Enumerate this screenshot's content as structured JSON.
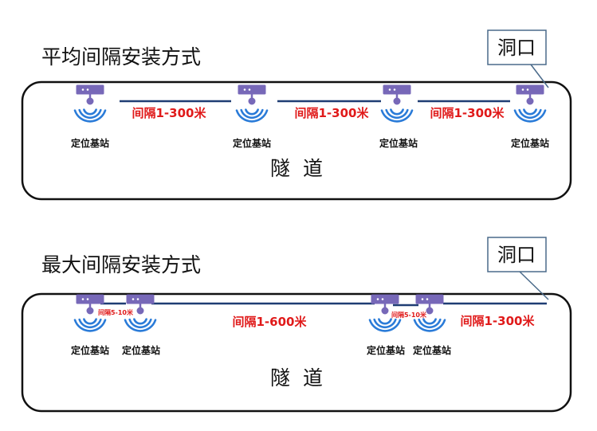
{
  "colors": {
    "station_purple": "#7768b8",
    "signal_blue": "#2a7bd8",
    "interval_red": "#e01a1a",
    "line_navy": "#1f3d73",
    "outline": "#111111"
  },
  "icons": {
    "station": "base-station-antenna-icon"
  },
  "top": {
    "title": "平均间隔安装方式",
    "portal": "洞口",
    "tunnel": "隧  道",
    "stations": [
      "定位基站",
      "定位基站",
      "定位基站",
      "定位基站"
    ],
    "intervals": [
      "间隔1-300米",
      "间隔1-300米",
      "间隔1-300米"
    ]
  },
  "bottom": {
    "title": "最大间隔安装方式",
    "portal": "洞口",
    "tunnel": "隧  道",
    "stations": [
      "定位基站",
      "定位基站",
      "定位基站",
      "定位基站"
    ],
    "intervals": [
      "间隔5-10米",
      "间隔1-600米",
      "间隔5-10米",
      "间隔1-300米"
    ]
  }
}
